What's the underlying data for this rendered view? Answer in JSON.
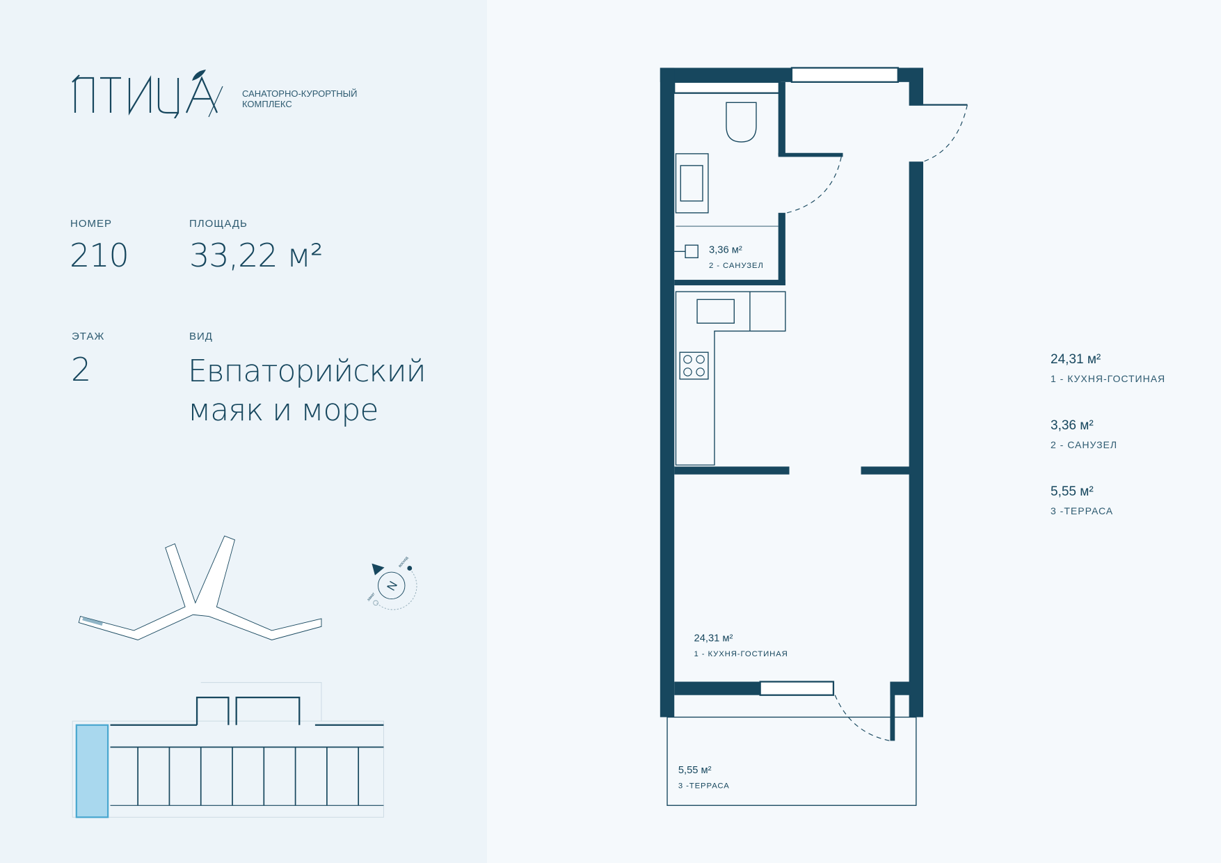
{
  "brand": {
    "logo_text": "ПТИЦА",
    "subtitle_line1": "САНАТОРНО-КУРОРТНЫЙ",
    "subtitle_line2": "КОМПЛЕКС"
  },
  "info": {
    "number_label": "НОМЕР",
    "number": "210",
    "area_label": "ПЛОЩАДЬ",
    "area": "33,22 м²",
    "floor_label": "ЭТАЖ",
    "floor": "2",
    "view_label": "ВИД",
    "view_line1": "Евпаторийский",
    "view_line2": "маяк и море"
  },
  "compass": {
    "north": "N",
    "sunset": "закат",
    "sunrise": "восход"
  },
  "rooms": [
    {
      "area": "24,31 м²",
      "name": "1 - КУХНЯ-ГОСТИНАЯ"
    },
    {
      "area": "3,36 м²",
      "name": "2 - САНУЗЕЛ"
    },
    {
      "area": "5,55 м²",
      "name": "3 -ТЕРРАСА"
    }
  ],
  "colors": {
    "wall": "#17475e",
    "panel": "#edf4f9",
    "highlight": "#a9d8ee"
  }
}
